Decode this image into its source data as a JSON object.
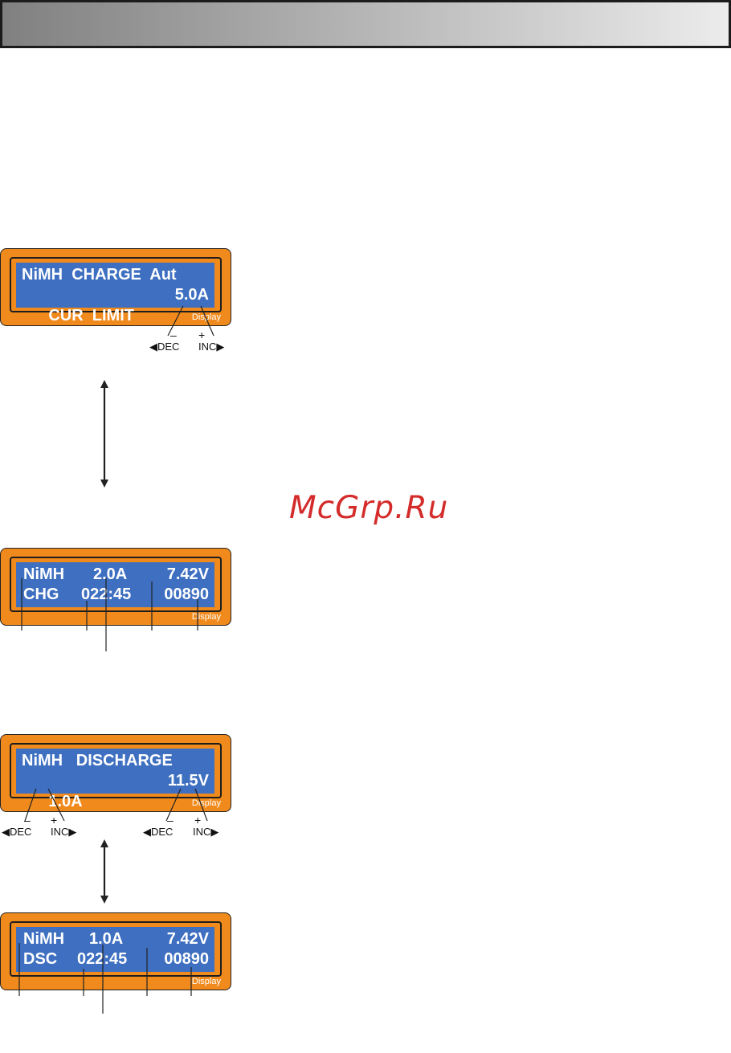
{
  "watermark": "McGrp.Ru",
  "colors": {
    "panel": "#f08a1c",
    "screen": "#3e6fc0",
    "watermark": "#d42b2b"
  },
  "displays": [
    {
      "line1": {
        "left": "NiMH  CHARGE  Aut"
      },
      "line2": {
        "left": "CUR  LIMIT",
        "right": "5.0A"
      },
      "display_label": "Display",
      "buttons": [
        {
          "sign": "–",
          "label": "◀DEC"
        },
        {
          "sign": "+",
          "label": "INC▶"
        }
      ]
    },
    {
      "line1": {
        "a": "NiMH",
        "b": "2.0A",
        "c": "7.42V"
      },
      "line2": {
        "a": "CHG",
        "b": "022:45",
        "c": "00890"
      },
      "display_label": "Display"
    },
    {
      "line1": {
        "left": "NiMH   DISCHARGE"
      },
      "line2": {
        "left": "1.0A",
        "right": "11.5V"
      },
      "display_label": "Display",
      "buttons": [
        {
          "sign": "–",
          "label": "◀DEC"
        },
        {
          "sign": "+",
          "label": "INC▶"
        },
        {
          "sign": "–",
          "label": "◀DEC"
        },
        {
          "sign": "+",
          "label": "INC▶"
        }
      ]
    },
    {
      "line1": {
        "a": "NiMH",
        "b": "1.0A",
        "c": "7.42V"
      },
      "line2": {
        "a": "DSC",
        "b": "022:45",
        "c": "00890"
      },
      "display_label": "Display"
    }
  ]
}
